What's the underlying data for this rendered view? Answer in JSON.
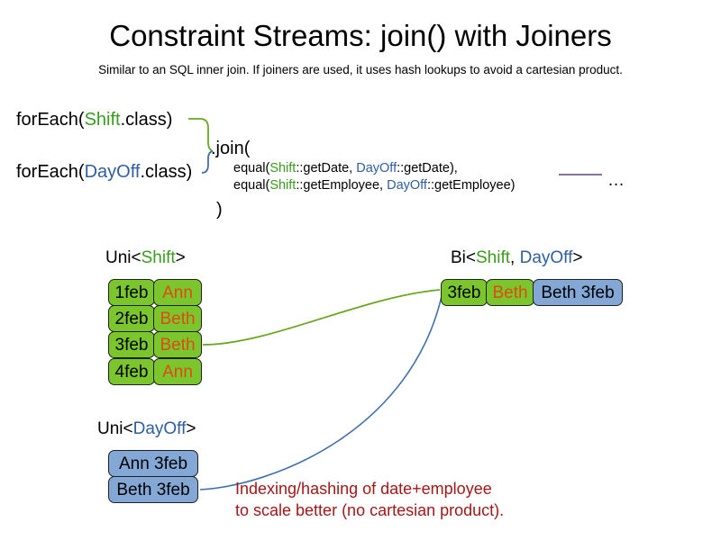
{
  "header": {
    "title": "Constraint Streams: join() with Joiners",
    "subtitle": "Similar to an SQL inner join. If joiners are used, it uses hash lookups to avoid a cartesian product."
  },
  "code": {
    "foreach_shift": {
      "prefix": "forEach(",
      "type": "Shift",
      "suffix": ".class)"
    },
    "foreach_dayoff": {
      "prefix": "forEach(",
      "type": "DayOff",
      "suffix": ".class)"
    },
    "join_open": ".join(",
    "join_close": ")",
    "equal_lines": [
      {
        "prefix": "equal(",
        "left_type": "Shift",
        "left_method": "::getDate",
        "separator": ", ",
        "right_type": "DayOff",
        "right_method": "::getDate",
        "suffix": "),"
      },
      {
        "prefix": "equal(",
        "left_type": "Shift",
        "left_method": "::getEmployee",
        "separator": ", ",
        "right_type": "DayOff",
        "right_method": "::getEmployee",
        "suffix": ")"
      }
    ],
    "ellipsis": "…"
  },
  "streams": {
    "uni_shift": {
      "label_prefix": "Uni<",
      "label_type": "Shift",
      "label_suffix": ">",
      "rows": [
        {
          "date": "1feb",
          "employee": "Ann"
        },
        {
          "date": "2feb",
          "employee": "Beth"
        },
        {
          "date": "3feb",
          "employee": "Beth"
        },
        {
          "date": "4feb",
          "employee": "Ann"
        }
      ]
    },
    "uni_dayoff": {
      "label_prefix": "Uni<",
      "label_type": "DayOff",
      "label_suffix": ">",
      "rows": [
        {
          "value": "Ann 3feb"
        },
        {
          "value": "Beth 3feb"
        }
      ]
    },
    "bi": {
      "label_prefix": "Bi<",
      "label_type_a": "Shift",
      "label_separator": ", ",
      "label_type_b": "DayOff",
      "label_suffix": ">",
      "row": {
        "date": "3feb",
        "employee": "Beth",
        "dayoff": "Beth 3feb"
      }
    }
  },
  "annotation": {
    "line1": "Indexing/hashing of date+employee",
    "line2": "to scale better (no cartesian product)."
  },
  "colors": {
    "shift_green": "#3a9c1e",
    "dayoff_blue": "#2f5e9e",
    "box_green": "#7ac62c",
    "box_blue": "#83a8d6",
    "name_orange": "#e04a15",
    "annotation_red": "#a01818",
    "connector_green": "#6aa721",
    "connector_blue": "#3f6fae",
    "line_purple": "#7a5f86",
    "box_border": "#202020"
  }
}
